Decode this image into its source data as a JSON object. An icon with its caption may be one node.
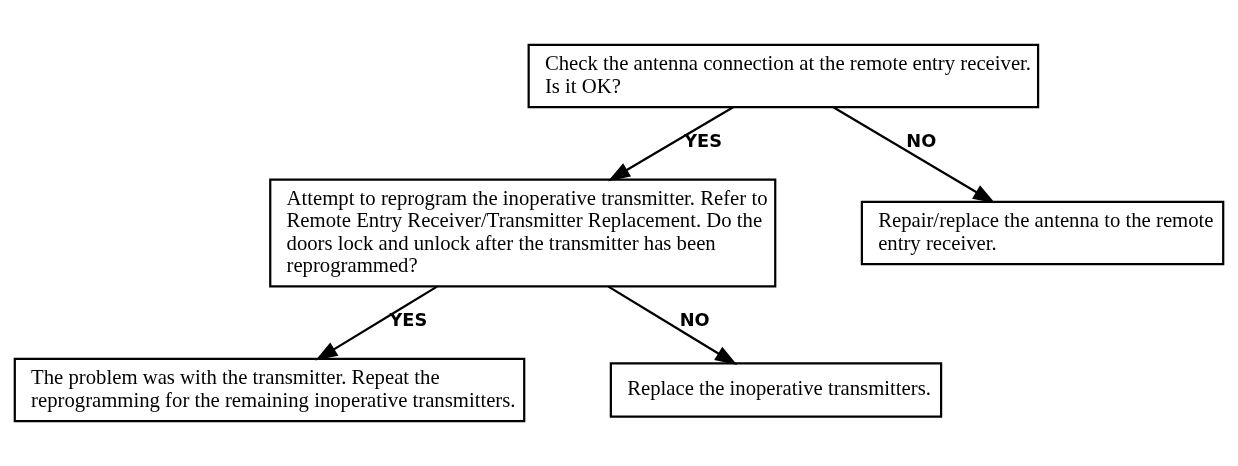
{
  "diagram": {
    "nodes": [
      {
        "text": [
          "Check the antenna connection at the remote entry receiver. Is it OK?"
        ]
      },
      {
        "text": [
          "Repair/replace the antenna to the remote entry receiver."
        ]
      },
      {
        "text": [
          "Attempt to reprogram the inoperative transmitter. Refer to Remote Entry Receiver/Transmitter Replacement. Do the doors lock and unlock after the transmitter has been reprogrammed?"
        ]
      },
      {
        "text": [
          "Replace the inoperative transmitters."
        ]
      },
      {
        "text": [
          "The problem was with the transmitter. Repeat the reprogramming for the remaining inoperative transmitters."
        ]
      }
    ],
    "edges": [
      {
        "from": 0,
        "to": 1,
        "arrow": "to",
        "label": "NO"
      },
      {
        "from": 0,
        "to": 2,
        "arrow": "to",
        "label": "YES"
      },
      {
        "from": 2,
        "to": 3,
        "arrow": "to",
        "label": "NO"
      },
      {
        "from": 2,
        "to": 4,
        "arrow": "to",
        "label": "YES"
      }
    ]
  }
}
